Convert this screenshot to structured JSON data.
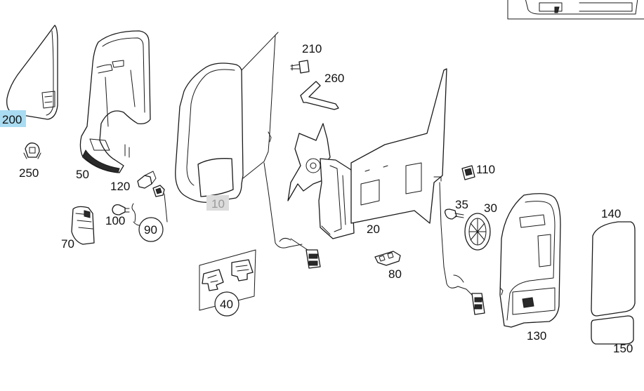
{
  "diagram": {
    "highlight_color": "#a9dcf2",
    "inactive_color": "#dcdcdc",
    "callouts": {
      "p200": "200",
      "p250": "250",
      "p50": "50",
      "p120": "120",
      "p100": "100",
      "p90": "90",
      "p70": "70",
      "p10": "10",
      "p210": "210",
      "p260": "260",
      "p40": "40",
      "p20": "20",
      "p80": "80",
      "p110": "110",
      "p35": "35",
      "p30": "30",
      "p130": "130",
      "p140": "140",
      "p150": "150"
    }
  }
}
